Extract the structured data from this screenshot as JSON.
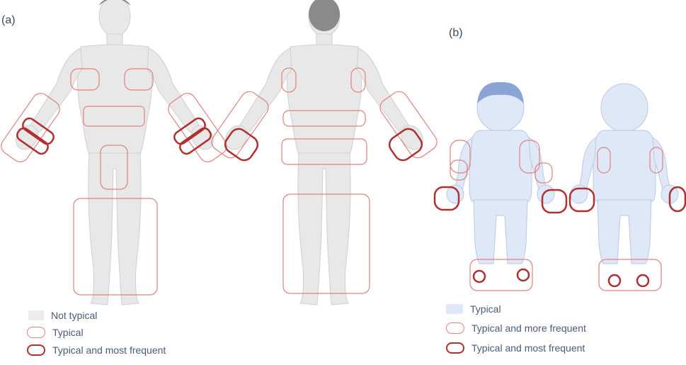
{
  "panel_a": {
    "label": "(a)",
    "legend": [
      {
        "label": "Not typical",
        "style": "grey"
      },
      {
        "label": "Typical",
        "style": "thin"
      },
      {
        "label": "Typical and most frequent",
        "style": "thick"
      }
    ]
  },
  "panel_b": {
    "label": "(b)",
    "legend": [
      {
        "label": "Typical",
        "style": "blue"
      },
      {
        "label": "Typical and more frequent",
        "style": "thin"
      },
      {
        "label": "Typical and most frequent",
        "style": "thick"
      }
    ]
  },
  "colors": {
    "adult_body": "#e8e8e8",
    "adult_hair": "#7a7a7a",
    "child_body": "#dfe8f6",
    "child_hair": "#8aa4d6",
    "highlight_thin": "#e08080",
    "highlight_thick": "#b03030"
  }
}
